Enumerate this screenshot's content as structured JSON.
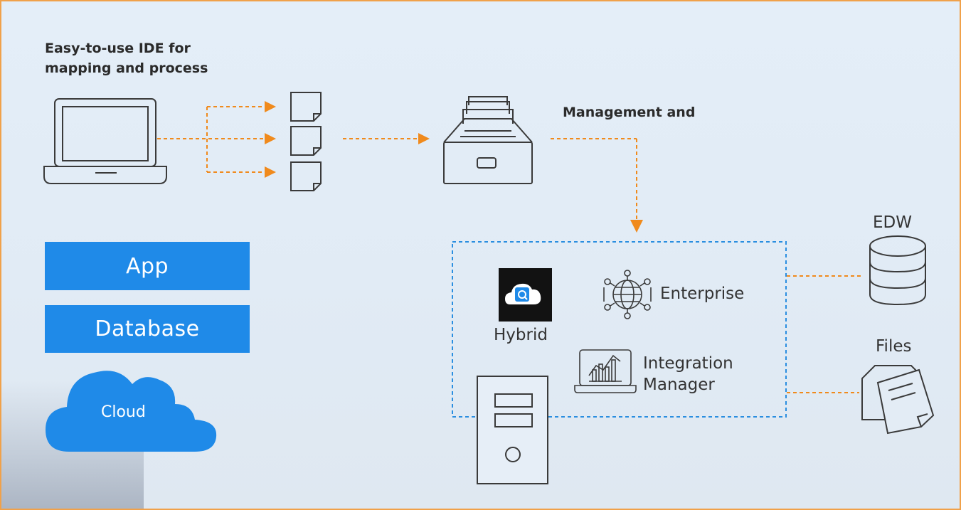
{
  "header": {
    "ide_text_line1": "Easy-to-use IDE for",
    "ide_text_line2": "mapping and process",
    "management_text": "Management and"
  },
  "left_stack": {
    "app_label": "App",
    "database_label": "Database",
    "cloud_label": "Cloud"
  },
  "hub": {
    "hybrid_label": "Hybrid",
    "enterprise_label": "Enterprise",
    "integration_manager_line1": "Integration",
    "integration_manager_line2": "Manager"
  },
  "targets": {
    "edw_label": "EDW",
    "files_label": "Files"
  },
  "colors": {
    "accent_orange": "#f08a1c",
    "box_blue": "#1f8ae8",
    "dashed_blue": "#2a8ee0",
    "icon_stroke": "#3a3a3a"
  },
  "icons": [
    "laptop-icon",
    "document-icon",
    "file-drawer-icon",
    "hybrid-cloud-logo-icon",
    "globe-network-icon",
    "dashboard-laptop-icon",
    "server-tower-icon",
    "database-icon",
    "files-icon",
    "cloud-icon"
  ]
}
